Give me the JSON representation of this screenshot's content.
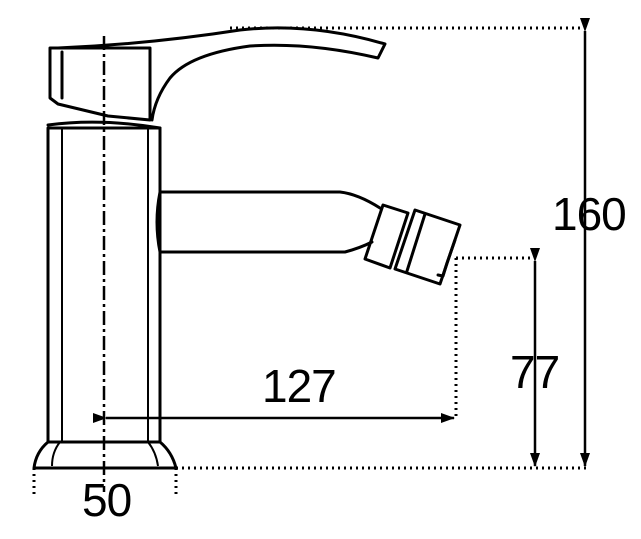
{
  "dimensions": {
    "total_height": "160",
    "spout_height": "77",
    "spout_reach": "127",
    "base_diameter": "50"
  }
}
